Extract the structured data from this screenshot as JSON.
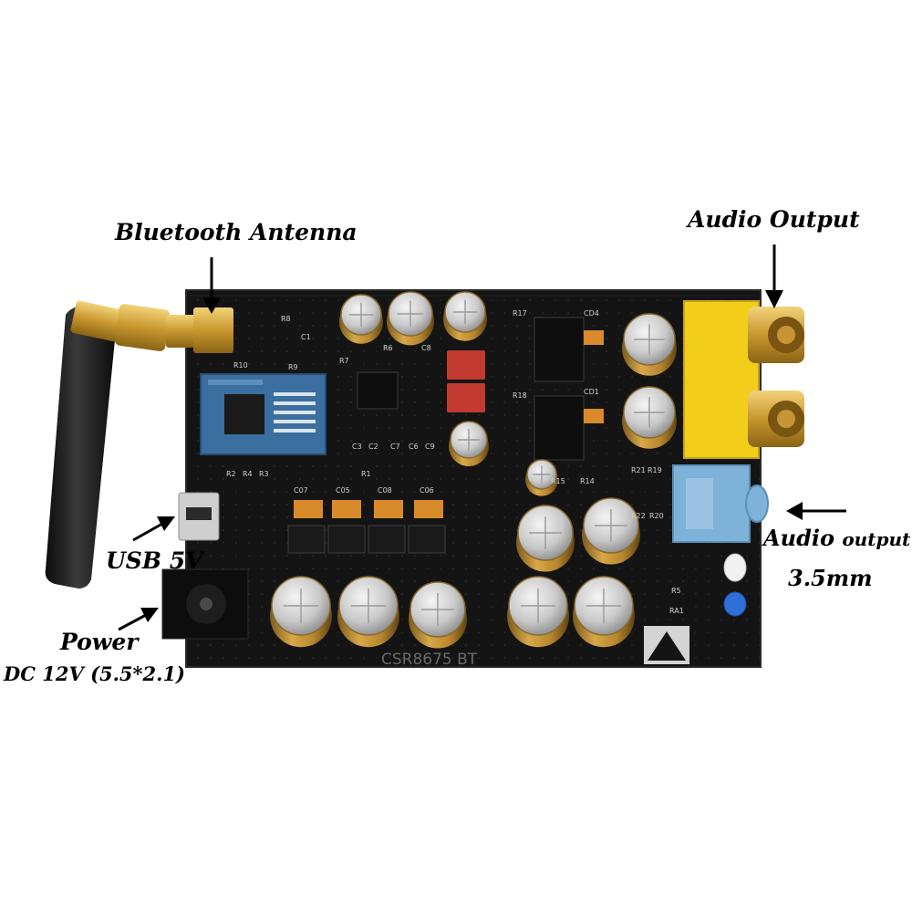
{
  "labels": {
    "bluetooth_antenna": "Bluetooth Antenna",
    "audio_output": "Audio Output",
    "usb": "USB 5V",
    "power": "Power",
    "power_spec": "DC 12V (5.5*2.1)",
    "audio_jack_word1": "Audio",
    "audio_jack_word2": "output",
    "audio_jack_size": "3.5mm"
  },
  "board": {
    "silkscreen": "CSR8675 BT",
    "pcb_color": "#141414",
    "capacitor_sleeve": "#c89a3a",
    "rca_housing": "#f2cd1a",
    "rca_jack": "#d9a531",
    "jack_35_color": "#7fb2d8",
    "module_color": "#3a6fa0",
    "film_cap_color": "#c23a30"
  },
  "component_labels": [
    "CD4",
    "CD1",
    "R17",
    "R18",
    "C07",
    "C05",
    "C08",
    "C06",
    "R21",
    "R19",
    "R22",
    "R20",
    "R5",
    "RA1",
    "R6",
    "R7",
    "C8",
    "C3",
    "C2",
    "C7",
    "C6",
    "C9",
    "R1",
    "R2",
    "R4",
    "R3",
    "R10",
    "R9",
    "R8",
    "C1",
    "R14",
    "R15"
  ]
}
